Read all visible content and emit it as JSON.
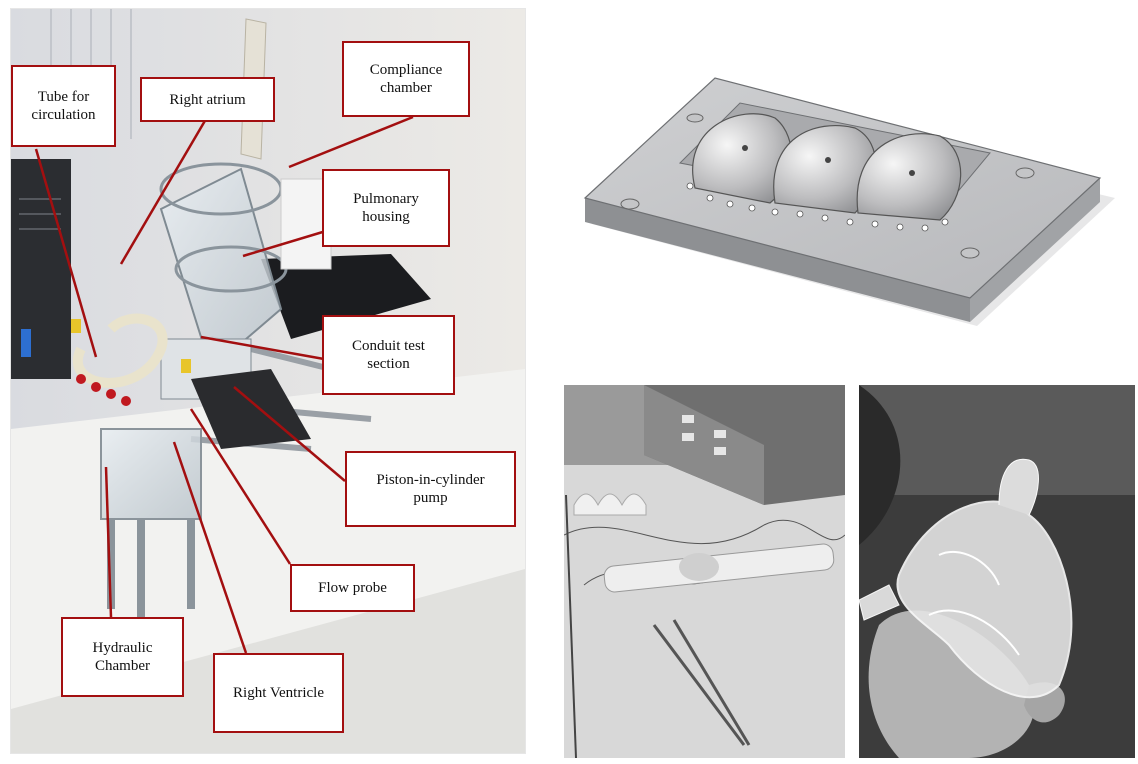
{
  "figure": {
    "labels": [
      {
        "id": "tube",
        "lines": [
          "Tube for",
          "circulation"
        ]
      },
      {
        "id": "atrium",
        "lines": [
          "Right atrium"
        ]
      },
      {
        "id": "compliance",
        "lines": [
          "Compliance",
          "chamber"
        ]
      },
      {
        "id": "pulmonary",
        "lines": [
          "Pulmonary",
          "housing"
        ]
      },
      {
        "id": "conduit",
        "lines": [
          "Conduit test",
          "section"
        ]
      },
      {
        "id": "piston",
        "lines": [
          "Piston-in-cylinder",
          "pump"
        ]
      },
      {
        "id": "flow",
        "lines": [
          "Flow probe"
        ]
      },
      {
        "id": "hydraulic",
        "lines": [
          "Hydraulic",
          "Chamber"
        ]
      },
      {
        "id": "ventricle",
        "lines": [
          "Right Ventricle"
        ]
      }
    ],
    "colors": {
      "label_border": "#a30f10",
      "leader": "#a30f10"
    }
  }
}
